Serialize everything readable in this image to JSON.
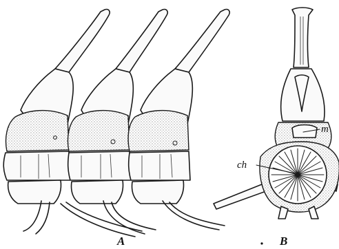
{
  "labels": {
    "part_a": "A",
    "part_b": "B",
    "centrum_label": "ch",
    "canal_label": "m"
  }
}
